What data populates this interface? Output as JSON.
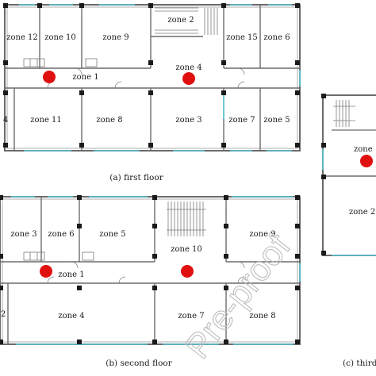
{
  "captions": {
    "first": "(a) first floor",
    "second": "(b) second floor",
    "third": "(c) third"
  },
  "watermark": "Pre-proof",
  "marker_color": "#e01010",
  "wall_color": "#6b6b6b",
  "window_color": "#5bc8d8",
  "first_floor": {
    "zones": [
      "zone 12",
      "zone 10",
      "zone 9",
      "zone 2",
      "zone 15",
      "zone 6",
      "zone 1",
      "zone 4",
      "4",
      "zone 11",
      "zone 8",
      "zone 3",
      "zone 7",
      "zone 5"
    ]
  },
  "second_floor": {
    "zones": [
      "zone 3",
      "zone 6",
      "zone 5",
      "zone 9",
      "zone 10",
      "zone 1",
      "zone 4",
      "zone 7",
      "zone 8",
      "2"
    ]
  },
  "third_floor": {
    "zones": [
      "zone",
      "zone 2"
    ]
  }
}
